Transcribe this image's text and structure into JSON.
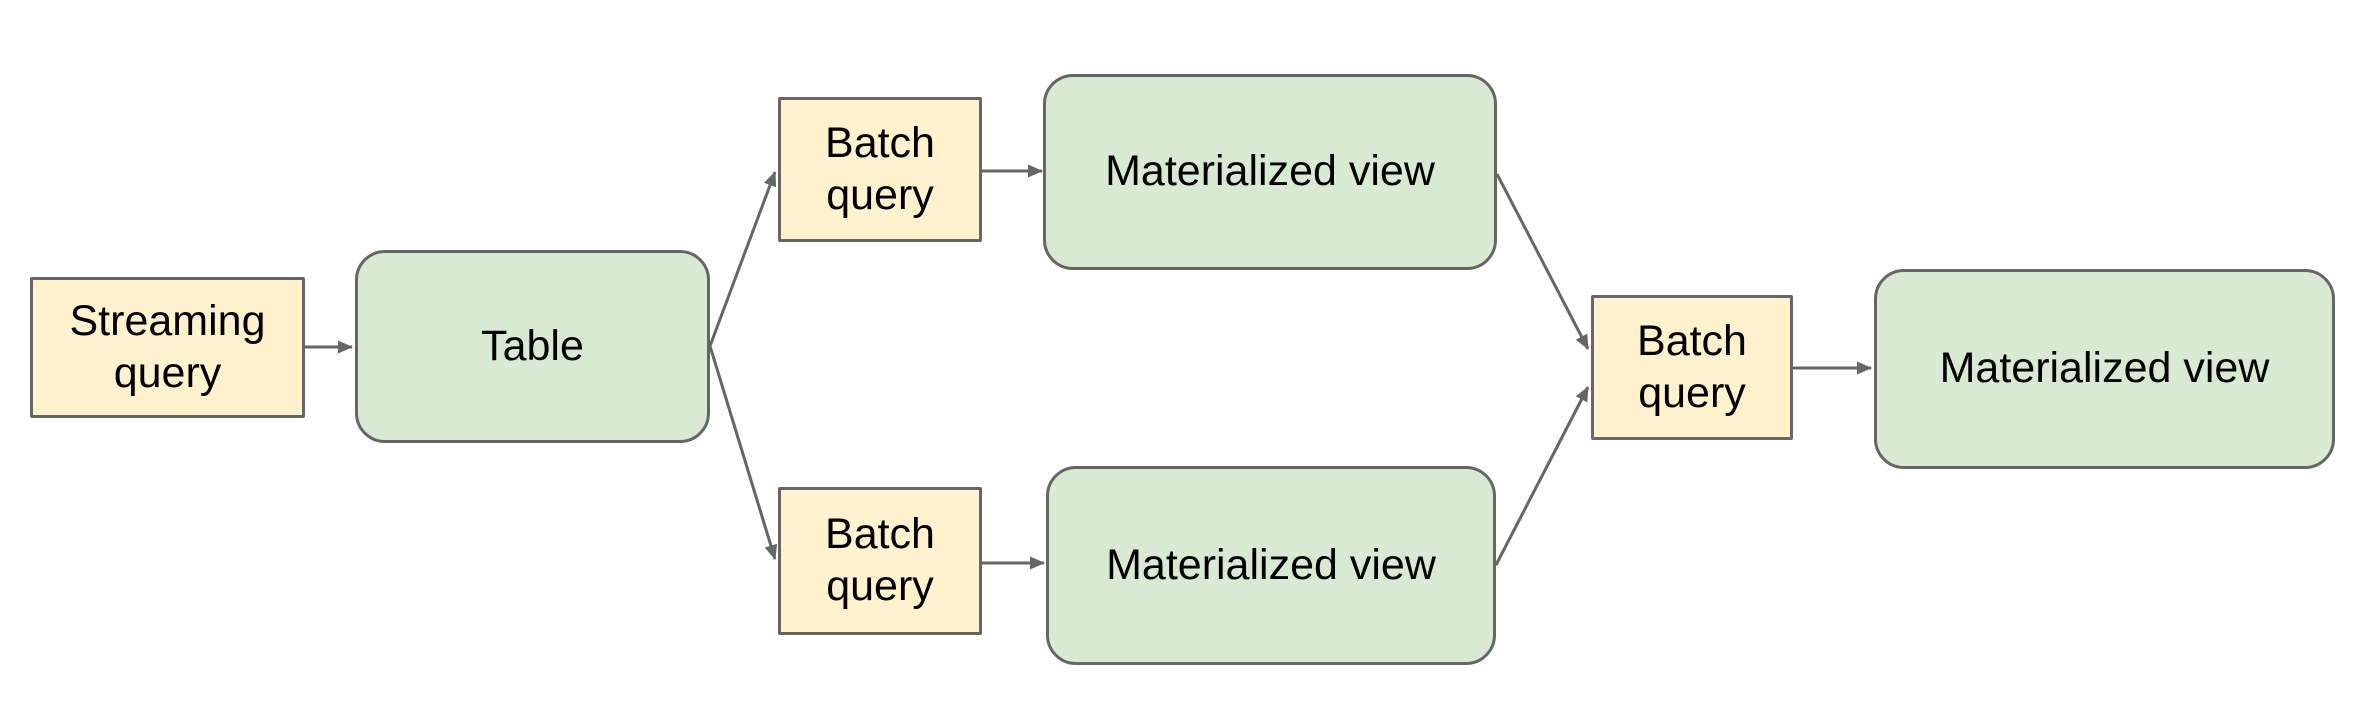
{
  "diagram": {
    "type": "flowchart",
    "background_color": "#ffffff",
    "colors": {
      "query_node_fill": "#fff2cc",
      "view_node_fill": "#d9ead3",
      "node_border": "#666666",
      "arrow": "#666666",
      "text": "#000000"
    },
    "nodes": {
      "streaming_query": {
        "label": "Streaming query",
        "shape": "rectangle",
        "fill": "#fff2cc"
      },
      "table": {
        "label": "Table",
        "shape": "rounded-rectangle",
        "fill": "#d9ead3"
      },
      "batch_query_top": {
        "label": "Batch query",
        "shape": "rectangle",
        "fill": "#fff2cc"
      },
      "materialized_view_top": {
        "label": "Materialized view",
        "shape": "rounded-rectangle",
        "fill": "#d9ead3"
      },
      "batch_query_bottom": {
        "label": "Batch query",
        "shape": "rectangle",
        "fill": "#fff2cc"
      },
      "materialized_view_bottom": {
        "label": "Materialized view",
        "shape": "rounded-rectangle",
        "fill": "#d9ead3"
      },
      "batch_query_right": {
        "label": "Batch query",
        "shape": "rectangle",
        "fill": "#fff2cc"
      },
      "materialized_view_right": {
        "label": "Materialized view",
        "shape": "rounded-rectangle",
        "fill": "#d9ead3"
      }
    },
    "edges": [
      {
        "from": "streaming_query",
        "to": "table"
      },
      {
        "from": "table",
        "to": "batch_query_top"
      },
      {
        "from": "table",
        "to": "batch_query_bottom"
      },
      {
        "from": "batch_query_top",
        "to": "materialized_view_top"
      },
      {
        "from": "batch_query_bottom",
        "to": "materialized_view_bottom"
      },
      {
        "from": "materialized_view_top",
        "to": "batch_query_right"
      },
      {
        "from": "materialized_view_bottom",
        "to": "batch_query_right"
      },
      {
        "from": "batch_query_right",
        "to": "materialized_view_right"
      }
    ]
  }
}
